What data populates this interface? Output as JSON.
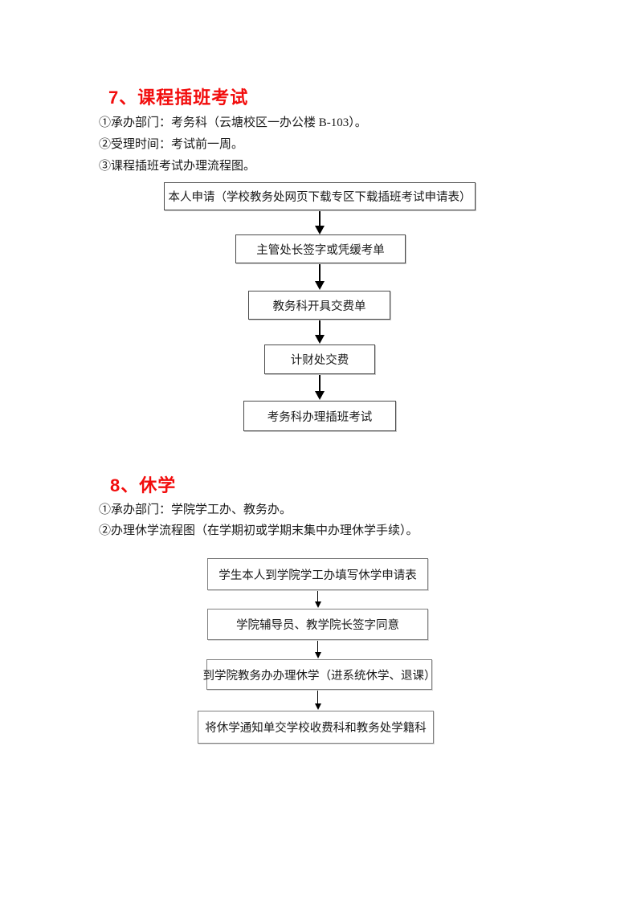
{
  "colors": {
    "heading_red": "#f20d0d",
    "body_text": "#1a1a1a",
    "box_border_dark": "#4a4a4a",
    "box_border_gray": "#7f7f7f",
    "arrow_black": "#000000",
    "page_background": "#ffffff"
  },
  "sections": [
    {
      "heading": "7、课程插班考试",
      "lines": [
        "①承办部门：考务科（云塘校区一办公楼 B-103）。",
        "②受理时间：考试前一周。",
        "③课程插班考试办理流程图。"
      ],
      "flow": [
        "本人申请（学校教务处网页下载专区下载插班考试申请表）",
        "主管处长签字或凭缓考单",
        "教务科开具交费单",
        "计财处交费",
        "考务科办理插班考试"
      ]
    },
    {
      "heading": "8、休学",
      "lines": [
        "①承办部门：学院学工办、教务办。",
        "②办理休学流程图（在学期初或学期末集中办理休学手续）。"
      ],
      "flow": [
        "学生本人到学院学工办填写休学申请表",
        "学院辅导员、教学院长签字同意",
        "到学院教务办办理休学（进系统休学、退课）",
        "将休学通知单交学校收费科和教务处学籍科"
      ]
    }
  ]
}
